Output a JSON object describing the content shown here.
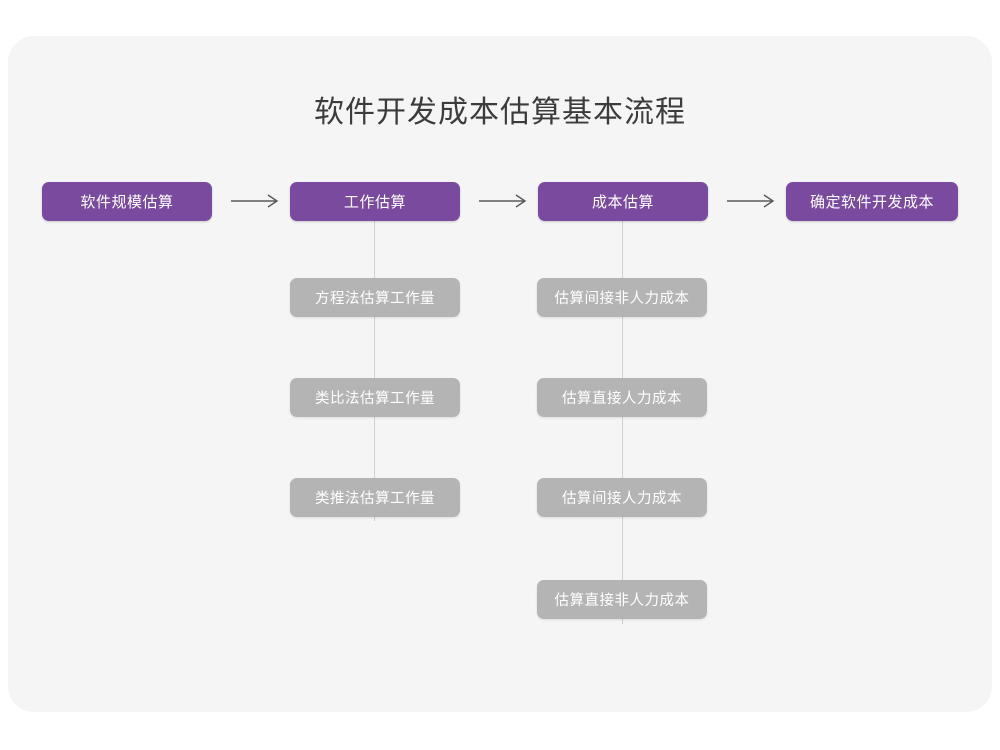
{
  "diagram": {
    "title": "软件开发成本估算基本流程",
    "colors": {
      "canvas_background": "#ffffff",
      "card_background": "#f5f5f5",
      "stage_node": "#7a4a9e",
      "sub_node": "#b4b4b4",
      "node_text": "#ffffff",
      "title_text": "#3c3c3c",
      "connector_line": "#cfcfcf",
      "arrow": "#595959"
    },
    "stages": [
      {
        "id": "stage-1",
        "label": "软件规模估算",
        "substeps": []
      },
      {
        "id": "stage-2",
        "label": "工作估算",
        "substeps": [
          "方程法估算工作量",
          "类比法估算工作量",
          "类推法估算工作量"
        ]
      },
      {
        "id": "stage-3",
        "label": "成本估算",
        "substeps": [
          "估算间接非人力成本",
          "估算直接人力成本",
          "估算间接人力成本",
          "估算直接非人力成本"
        ]
      },
      {
        "id": "stage-4",
        "label": "确定软件开发成本",
        "substeps": []
      }
    ],
    "arrows": [
      {
        "id": "arrow-1",
        "glyph": "→",
        "from": "软件规模估算",
        "to": "工作估算"
      },
      {
        "id": "arrow-2",
        "glyph": "→",
        "from": "工作估算",
        "to": "成本估算"
      },
      {
        "id": "arrow-3",
        "glyph": "→",
        "from": "成本估算",
        "to": "确定软件开发成本"
      }
    ]
  }
}
